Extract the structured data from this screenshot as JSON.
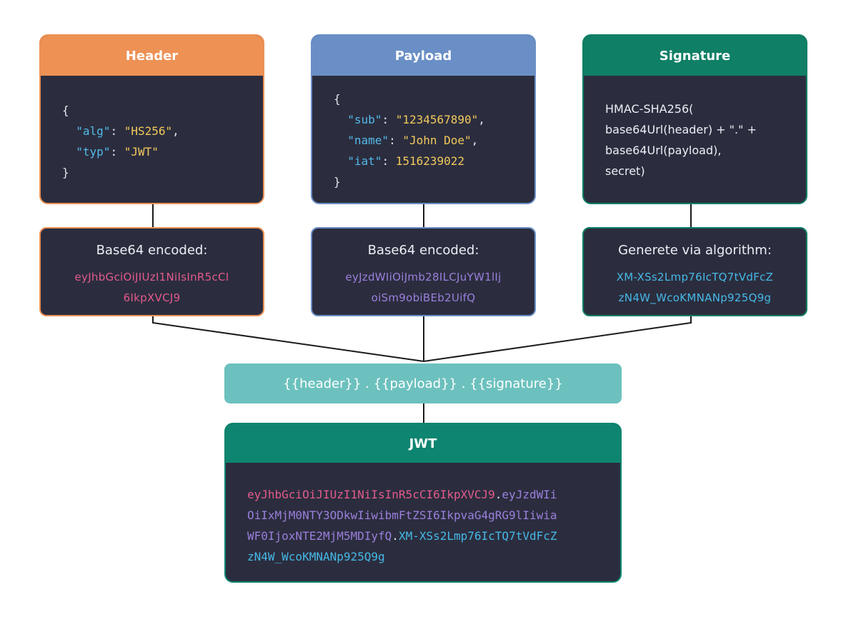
{
  "header_card": {
    "title": "Header",
    "json_lines": [
      {
        "indent": "",
        "parts": [
          {
            "t": "{",
            "c": "punc"
          }
        ]
      },
      {
        "indent": "  ",
        "parts": [
          {
            "t": "\"alg\"",
            "c": "key"
          },
          {
            "t": ": ",
            "c": "punc"
          },
          {
            "t": "\"HS256\"",
            "c": "str"
          },
          {
            "t": ",",
            "c": "punc"
          }
        ]
      },
      {
        "indent": "  ",
        "parts": [
          {
            "t": "\"typ\"",
            "c": "key"
          },
          {
            "t": ": ",
            "c": "punc"
          },
          {
            "t": "\"JWT\"",
            "c": "str"
          }
        ]
      },
      {
        "indent": "",
        "parts": [
          {
            "t": "}",
            "c": "punc"
          }
        ]
      }
    ],
    "encoded_label": "Base64 encoded:",
    "encoded_value_line1": "eyJhbGciOiJIUzI1NiIsInR5cCI",
    "encoded_value_line2": "6IkpXVCJ9"
  },
  "payload_card": {
    "title": "Payload",
    "json_lines": [
      {
        "indent": "",
        "parts": [
          {
            "t": "{",
            "c": "punc"
          }
        ]
      },
      {
        "indent": "  ",
        "parts": [
          {
            "t": "\"sub\"",
            "c": "key"
          },
          {
            "t": ": ",
            "c": "punc"
          },
          {
            "t": "\"1234567890\"",
            "c": "str"
          },
          {
            "t": ",",
            "c": "punc"
          }
        ]
      },
      {
        "indent": "  ",
        "parts": [
          {
            "t": "\"name\"",
            "c": "key"
          },
          {
            "t": ": ",
            "c": "punc"
          },
          {
            "t": "\"John Doe\"",
            "c": "str"
          },
          {
            "t": ",",
            "c": "punc"
          }
        ]
      },
      {
        "indent": "  ",
        "parts": [
          {
            "t": "\"iat\"",
            "c": "key"
          },
          {
            "t": ": ",
            "c": "punc"
          },
          {
            "t": "1516239022",
            "c": "num"
          }
        ]
      },
      {
        "indent": "",
        "parts": [
          {
            "t": "}",
            "c": "punc"
          }
        ]
      }
    ],
    "encoded_label": "Base64 encoded:",
    "encoded_value_line1": "eyJzdWIiOiJmb28ILCJuYW1lIj",
    "encoded_value_line2": "oiSm9obiBEb2UifQ"
  },
  "signature_card": {
    "title": "Signature",
    "lines": [
      "HMAC-SHA256(",
      "base64Url(header) + \".\" +",
      "base64Url(payload),",
      "secret)"
    ],
    "encoded_label": "Generete via algorithm:",
    "encoded_value_line1": "XM-XSs2Lmp76IcTQ7tVdFcZ",
    "encoded_value_line2": "zN4W_WcoKMNANp925Q9g"
  },
  "formula": "{{header}} . {{payload}} . {{signature}}",
  "jwt_card": {
    "title": "JWT",
    "lines": [
      [
        {
          "t": "eyJhbGciOiJIUzI1NiIsInR5cCI6IkpXVCJ9",
          "c": "pink"
        },
        {
          "t": ".",
          "c": "punc"
        },
        {
          "t": "eyJzdWIi",
          "c": "purple"
        }
      ],
      [
        {
          "t": "OiIxMjM0NTY3ODkwIiwibmFtZSI6IkpvaG4gRG9lIiwia",
          "c": "purple"
        }
      ],
      [
        {
          "t": "WF0IjoxNTE2MjM5MDIyfQ",
          "c": "purple"
        },
        {
          "t": ".",
          "c": "punc"
        },
        {
          "t": "XM-XSs2Lmp76IcTQ7tVdFcZ",
          "c": "cyan"
        }
      ],
      [
        {
          "t": "zN4W_WcoKMNANp925Q9g",
          "c": "cyan"
        }
      ]
    ]
  },
  "colors": {
    "header_accent": "#ed9155",
    "payload_accent": "#6a8fc6",
    "signature_accent": "#0f7f66",
    "formula_bg": "#6cc1be",
    "jwt_accent": "#0e8570",
    "card_bg": "#2b2d3e"
  }
}
